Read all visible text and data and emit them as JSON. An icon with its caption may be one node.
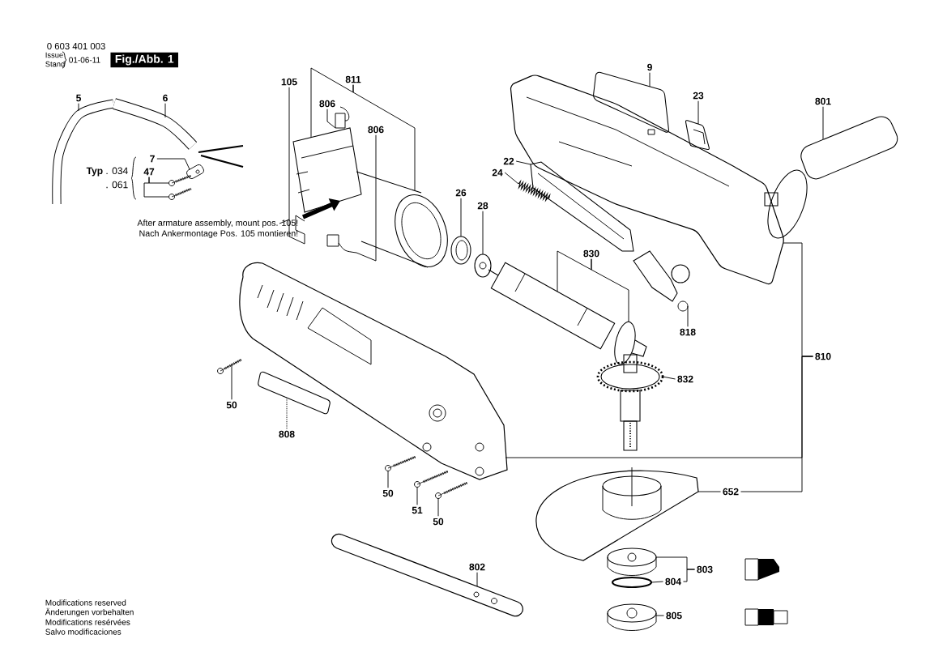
{
  "diagram": {
    "nodes": [
      {
        "text": [
          "105"
        ]
      },
      {
        "text": [
          "811"
        ]
      },
      {
        "text": [
          "806"
        ]
      },
      {
        "text": [
          "806"
        ]
      },
      {
        "text": [
          "5"
        ]
      },
      {
        "text": [
          "6"
        ]
      },
      {
        "text": [
          "7"
        ]
      },
      {
        "text": [
          "47"
        ]
      },
      {
        "text": [
          "9"
        ]
      },
      {
        "text": [
          "23"
        ]
      },
      {
        "text": [
          "801"
        ]
      },
      {
        "text": [
          "22"
        ]
      },
      {
        "text": [
          "24"
        ]
      },
      {
        "text": [
          "26"
        ]
      },
      {
        "text": [
          "28"
        ]
      },
      {
        "text": [
          "830"
        ]
      },
      {
        "text": [
          "818"
        ]
      },
      {
        "text": [
          "810"
        ]
      },
      {
        "text": [
          "832"
        ]
      },
      {
        "text": [
          "50"
        ]
      },
      {
        "text": [
          "808"
        ]
      },
      {
        "text": [
          "50"
        ]
      },
      {
        "text": [
          "51"
        ]
      },
      {
        "text": [
          "50"
        ]
      },
      {
        "text": [
          "652"
        ]
      },
      {
        "text": [
          "802"
        ]
      },
      {
        "text": [
          "803"
        ]
      },
      {
        "text": [
          "804"
        ]
      },
      {
        "text": [
          "805"
        ]
      },
      {
        "text": [],
        "shape": "picture"
      },
      {
        "text": [],
        "shape": "picture"
      },
      {
        "text": [],
        "shape": "picture"
      },
      {
        "text": [],
        "shape": "picture"
      },
      {
        "text": [],
        "shape": "picture"
      },
      {
        "text": [],
        "shape": "picture"
      },
      {
        "text": [],
        "shape": "picture"
      },
      {
        "text": [],
        "shape": "picture"
      },
      {
        "text": [],
        "shape": "picture"
      },
      {
        "text": [],
        "shape": "picture"
      },
      {
        "text": [],
        "shape": "picture"
      },
      {
        "text": [],
        "shape": "picture"
      },
      {
        "text": [],
        "shape": "picture"
      },
      {
        "text": [],
        "shape": "picture"
      },
      {
        "text": [],
        "shape": "picture"
      },
      {
        "text": [],
        "shape": "picture"
      },
      {
        "text": [],
        "shape": "picture"
      },
      {
        "text": [],
        "shape": "picture"
      },
      {
        "text": [],
        "shape": "picture"
      },
      {
        "text": [],
        "shape": "picture"
      },
      {
        "text": [],
        "shape": "picture"
      },
      {
        "text": [],
        "shape": "picture"
      },
      {
        "text": [],
        "shape": "picture"
      },
      {
        "text": [],
        "shape": "picture"
      },
      {
        "text": [],
        "shape": "picture"
      },
      {
        "text": [],
        "shape": "picture"
      },
      {
        "text": [],
        "shape": "picture"
      },
      {
        "text": [],
        "shape": "picture"
      },
      {
        "text": [],
        "shape": "picture"
      },
      {
        "text": [],
        "shape": "picture"
      },
      {
        "text": [],
        "shape": "picture"
      },
      {
        "text": [],
        "shape": "circle"
      },
      {
        "text": [],
        "shape": "picture"
      }
    ],
    "edges": [
      {
        "from": 0,
        "to": 29,
        "arrow": "none"
      },
      {
        "from": 1,
        "to": 30,
        "arrow": "none"
      },
      {
        "from": 1,
        "to": 31,
        "arrow": "none"
      },
      {
        "from": 2,
        "to": 32,
        "arrow": "none"
      },
      {
        "from": 3,
        "to": 33,
        "arrow": "none"
      },
      {
        "from": 4,
        "to": 34,
        "arrow": "none"
      },
      {
        "from": 5,
        "to": 35,
        "arrow": "none"
      },
      {
        "from": 6,
        "to": 36,
        "arrow": "none"
      },
      {
        "from": 7,
        "to": 37,
        "arrow": "none"
      },
      {
        "from": 7,
        "to": 38,
        "arrow": "none"
      },
      {
        "from": 8,
        "to": 39,
        "arrow": "none"
      },
      {
        "from": 9,
        "to": 40,
        "arrow": "none"
      },
      {
        "from": 10,
        "to": 41,
        "arrow": "none"
      },
      {
        "from": 11,
        "to": 42,
        "arrow": "none"
      },
      {
        "from": 12,
        "to": 43,
        "arrow": "none"
      },
      {
        "from": 13,
        "to": 44,
        "arrow": "none"
      },
      {
        "from": 14,
        "to": 45,
        "arrow": "none"
      },
      {
        "from": 15,
        "to": 46,
        "arrow": "none"
      },
      {
        "from": 15,
        "to": 47,
        "arrow": "none"
      },
      {
        "from": 16,
        "to": 48,
        "arrow": "none"
      },
      {
        "from": 17,
        "to": 49,
        "arrow": "none"
      },
      {
        "from": 17,
        "to": 50,
        "arrow": "none"
      },
      {
        "from": 17,
        "to": 24,
        "arrow": "none"
      },
      {
        "from": 18,
        "to": 51,
        "arrow": "none"
      },
      {
        "from": 19,
        "to": 52,
        "arrow": "none"
      },
      {
        "from": 20,
        "to": 53,
        "arrow": "none",
        "style": "dashed"
      },
      {
        "from": 21,
        "to": 54,
        "arrow": "none"
      },
      {
        "from": 22,
        "to": 55,
        "arrow": "none"
      },
      {
        "from": 23,
        "to": 56,
        "arrow": "none"
      },
      {
        "from": 24,
        "to": 57,
        "arrow": "none"
      },
      {
        "from": 25,
        "to": 58,
        "arrow": "none"
      },
      {
        "from": 26,
        "to": 59,
        "arrow": "none"
      },
      {
        "from": 26,
        "to": 27,
        "arrow": "none"
      },
      {
        "from": 27,
        "to": 60,
        "arrow": "none"
      },
      {
        "from": 28,
        "to": 61,
        "arrow": "none"
      },
      {
        "from": 29,
        "to": 30,
        "arrow": "to",
        "style": "thick"
      }
    ],
    "labels": [
      "0 603 401 003",
      "Issue",
      "Stand",
      "01-06-11",
      "Fig./Abb. 1",
      "**Typ** . 034",
      ". 061",
      "After armature assembly, mount pos. 105!",
      "Nach Ankermontage Pos. 105 montieren!",
      "Modifications reserved",
      "Änderungen vorbehalten",
      "Modifications resérvées",
      "Salvo modificaciones"
    ]
  }
}
